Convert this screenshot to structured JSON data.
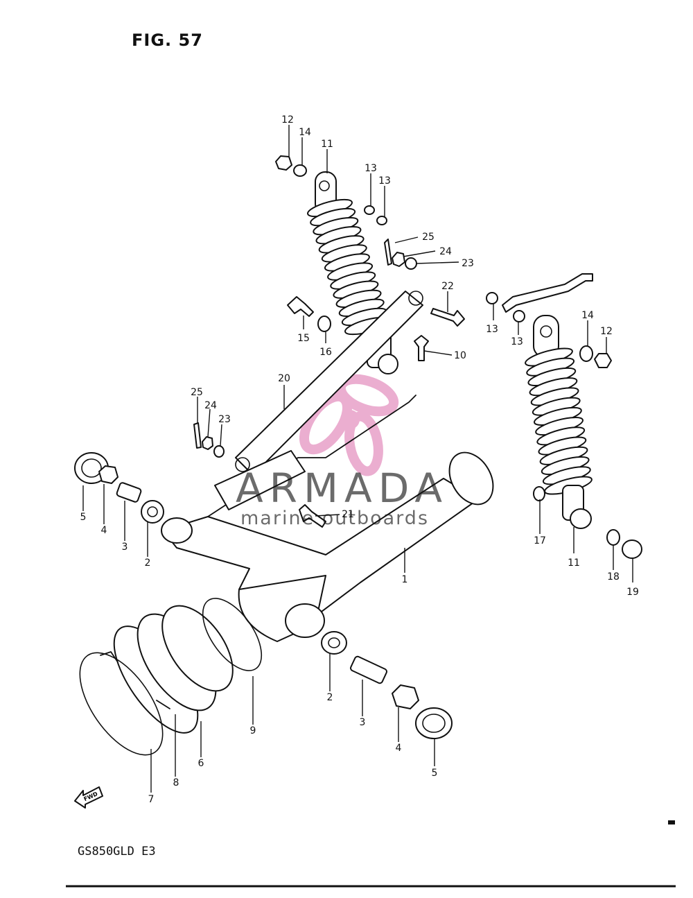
{
  "figure": {
    "title": "FIG. 57",
    "model_code": "GS850GLD E3",
    "fwd_label": "FWD"
  },
  "watermark": {
    "brand": "ARMADA",
    "tagline": "marine outboards",
    "logo_color": "#e8a0c8"
  },
  "callouts": [
    "1",
    "2",
    "2",
    "3",
    "3",
    "4",
    "4",
    "5",
    "5",
    "6",
    "7",
    "8",
    "9",
    "10",
    "11",
    "11",
    "12",
    "12",
    "13",
    "13",
    "13",
    "13",
    "14",
    "14",
    "15",
    "16",
    "17",
    "18",
    "19",
    "20",
    "21",
    "22",
    "23",
    "23",
    "24",
    "24",
    "25",
    "25"
  ]
}
